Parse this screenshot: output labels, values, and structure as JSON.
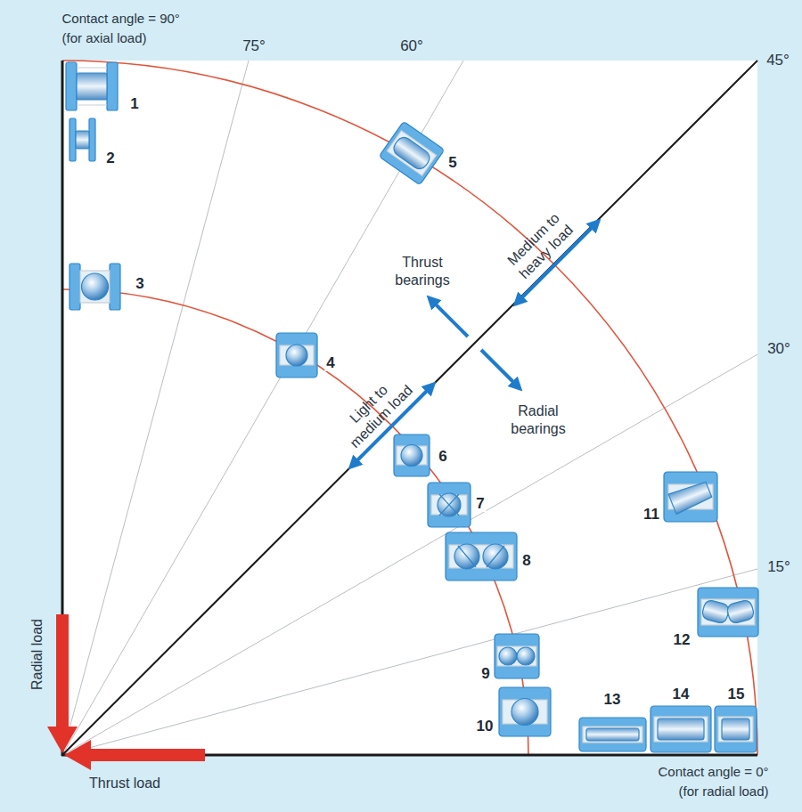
{
  "diagram": {
    "labels": [
      "Contact angle = 90° (for axial load)",
      "75°",
      "60°",
      "45°",
      "1",
      "2",
      "5",
      "Thrust bearings",
      "Medium to heavy load",
      "3",
      "4",
      "Light to medium load",
      "Radial bearings",
      "30°",
      "6",
      "7",
      "11",
      "8",
      "15°",
      "12",
      "9",
      "Radial load",
      "10",
      "13",
      "14",
      "15",
      "Contact angle = 0° (for radial load)",
      "Thrust load"
    ]
  }
}
